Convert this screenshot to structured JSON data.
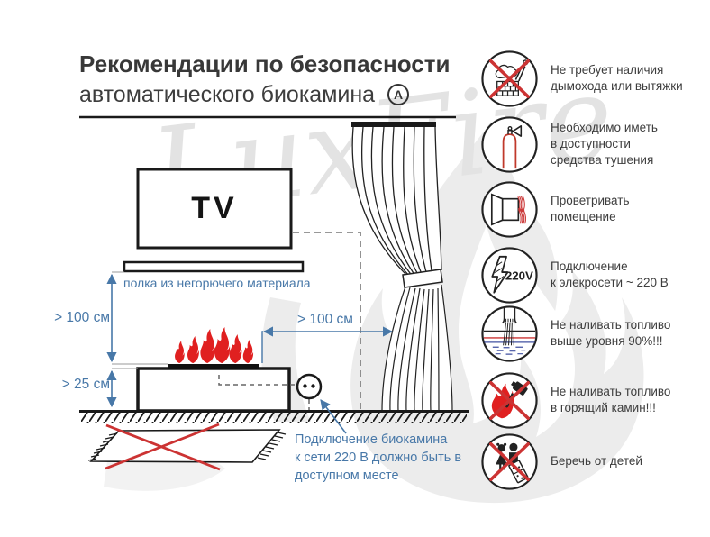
{
  "title": {
    "line1": "Рекомендации по безопасности",
    "line2": "автоматического биокамина",
    "badge": "A"
  },
  "watermark": {
    "text": "LuxFire"
  },
  "diagram": {
    "tv_label": "TV",
    "shelf_label": "полка из негорючего материала",
    "distance_shelf_to_flame": "> 100 см",
    "distance_floor_to_burner": "> 25 см",
    "distance_to_curtain": "> 100 см",
    "outlet_note": "Подключение биокамина\nк сети 220 В должно быть в\nдоступном месте"
  },
  "safety_rules": [
    {
      "icon": "no-chimney-icon",
      "text": "Не требует наличия\nдымохода или вытяжки"
    },
    {
      "icon": "extinguisher-icon",
      "text": "Необходимо иметь\nв доступности\nсредства тушения"
    },
    {
      "icon": "ventilation-icon",
      "text": "Проветривать\nпомещение"
    },
    {
      "icon": "power-220v-icon",
      "badge": "220V",
      "text": "Подключение\nк элекросети ~ 220 В"
    },
    {
      "icon": "fuel-level-icon",
      "text": "Не наливать топливо\nвыше уровня 90%!!!"
    },
    {
      "icon": "no-refill-burning-icon",
      "text": "Не наливать топливо\nв горящий камин!!!"
    },
    {
      "icon": "keep-away-children-icon",
      "text": "Беречь от детей"
    }
  ],
  "colors": {
    "accent_blue": "#4878a8",
    "flame_red": "#e02020",
    "prohibition_red": "#cc3333",
    "text_dark": "#3a3a3a",
    "watermark_gray": "#e6e6e6"
  }
}
